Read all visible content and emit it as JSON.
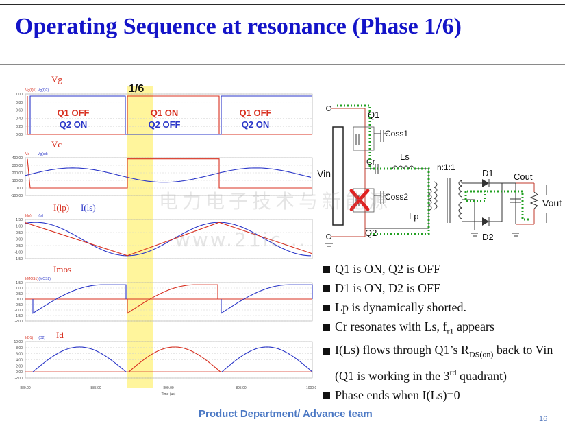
{
  "title": "Operating Sequence at resonance (Phase 1/6)",
  "phase_marker": "1/6",
  "waveforms": {
    "x_ticks": [
      "880.00",
      "885.00",
      "890.00",
      "895.00",
      "1000.00"
    ],
    "x_axis_label": "Time (us)",
    "panels": [
      {
        "id": "vg",
        "label": "Vg",
        "legend": [
          "Vg(Q1)",
          "Vg(Q2)"
        ],
        "y_ticks": [
          "1.00",
          "0.80",
          "0.60",
          "0.40",
          "0.20",
          "0.00"
        ],
        "states": [
          {
            "q1": "Q1 OFF",
            "q2": "Q2 ON"
          },
          {
            "q1": "Q1 ON",
            "q2": "Q2 OFF"
          },
          {
            "q1": "Q1 OFF",
            "q2": "Q2 ON"
          }
        ]
      },
      {
        "id": "vc",
        "label": "Vc",
        "legend": [
          "Vc",
          "Vg(sd)"
        ],
        "y_ticks": [
          "400.00",
          "300.00",
          "200.00",
          "100.00",
          "0.00",
          "-100.00"
        ]
      },
      {
        "id": "ilp",
        "label": "I(lp)",
        "label2": "I(ls)",
        "legend": [
          "I(lp)",
          "I(ls)"
        ],
        "y_ticks": [
          "1.50",
          "1.00",
          "0.50",
          "0.00",
          "-0.50",
          "-1.00",
          "-1.50"
        ]
      },
      {
        "id": "imos",
        "label": "Imos",
        "legend": [
          "I(MOS1)",
          "I(MOS2)"
        ],
        "y_ticks": [
          "1.50",
          "1.00",
          "0.50",
          "0.00",
          "-0.50",
          "-1.00",
          "-1.50",
          "-2.00"
        ]
      },
      {
        "id": "id",
        "label": "Id",
        "legend": [
          "I(D1)",
          "I(D2)"
        ],
        "y_ticks": [
          "10.00",
          "8.00",
          "6.00",
          "4.00",
          "2.00",
          "0.00",
          "-2.00"
        ]
      }
    ],
    "colors": {
      "red": "#d83020",
      "blue": "#2a36c8",
      "highlight": "#fff59c"
    }
  },
  "circuit": {
    "labels": [
      "Q1",
      "Coss1",
      "Cr",
      "Ls",
      "Vin",
      "Coss2",
      "Lp",
      "Q2",
      "n:1:1",
      "D1",
      "Cout",
      "Vout",
      "D2"
    ]
  },
  "bullets": [
    {
      "text": "Q1 is ON, Q2 is OFF"
    },
    {
      "text": "D1 is ON, D2 is OFF"
    },
    {
      "text": "Lp is dynamically shorted."
    },
    {
      "pre": "Cr resonates with Ls, f",
      "sub": "r1",
      "post": " appears"
    },
    {
      "pre": "I(Ls) flows through Q1’s R",
      "sub": "DS(on)",
      "post": " back to Vin (Q1 is working in the 3",
      "sup": "rd",
      "tail": " quadrant)"
    },
    {
      "text": "Phase ends when I(Ls)=0"
    }
  ],
  "footer": "Product Department/ Advance team",
  "page_number": "16",
  "watermark": [
    "电力电子技术与新能源",
    "www.21ic..."
  ]
}
